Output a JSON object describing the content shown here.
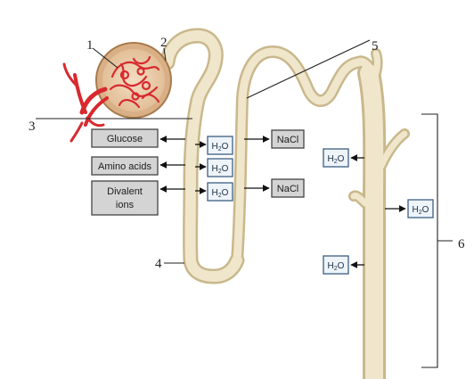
{
  "labels": {
    "l1": "1",
    "l2": "2",
    "l3": "3",
    "l4": "4",
    "l5": "5",
    "l6": "6"
  },
  "substances": {
    "glucose": "Glucose",
    "amino_acids": "Amino acids",
    "divalent_line1": "Divalent",
    "divalent_line2": "ions"
  },
  "water": {
    "h": "H",
    "sub": "2",
    "o": "O"
  },
  "salt": "NaCl",
  "colors": {
    "tubule_fill": "#ece2c4",
    "tubule_edge": "#c9b88c",
    "capsule": "#c8996b",
    "vessel": "#d8292e"
  }
}
